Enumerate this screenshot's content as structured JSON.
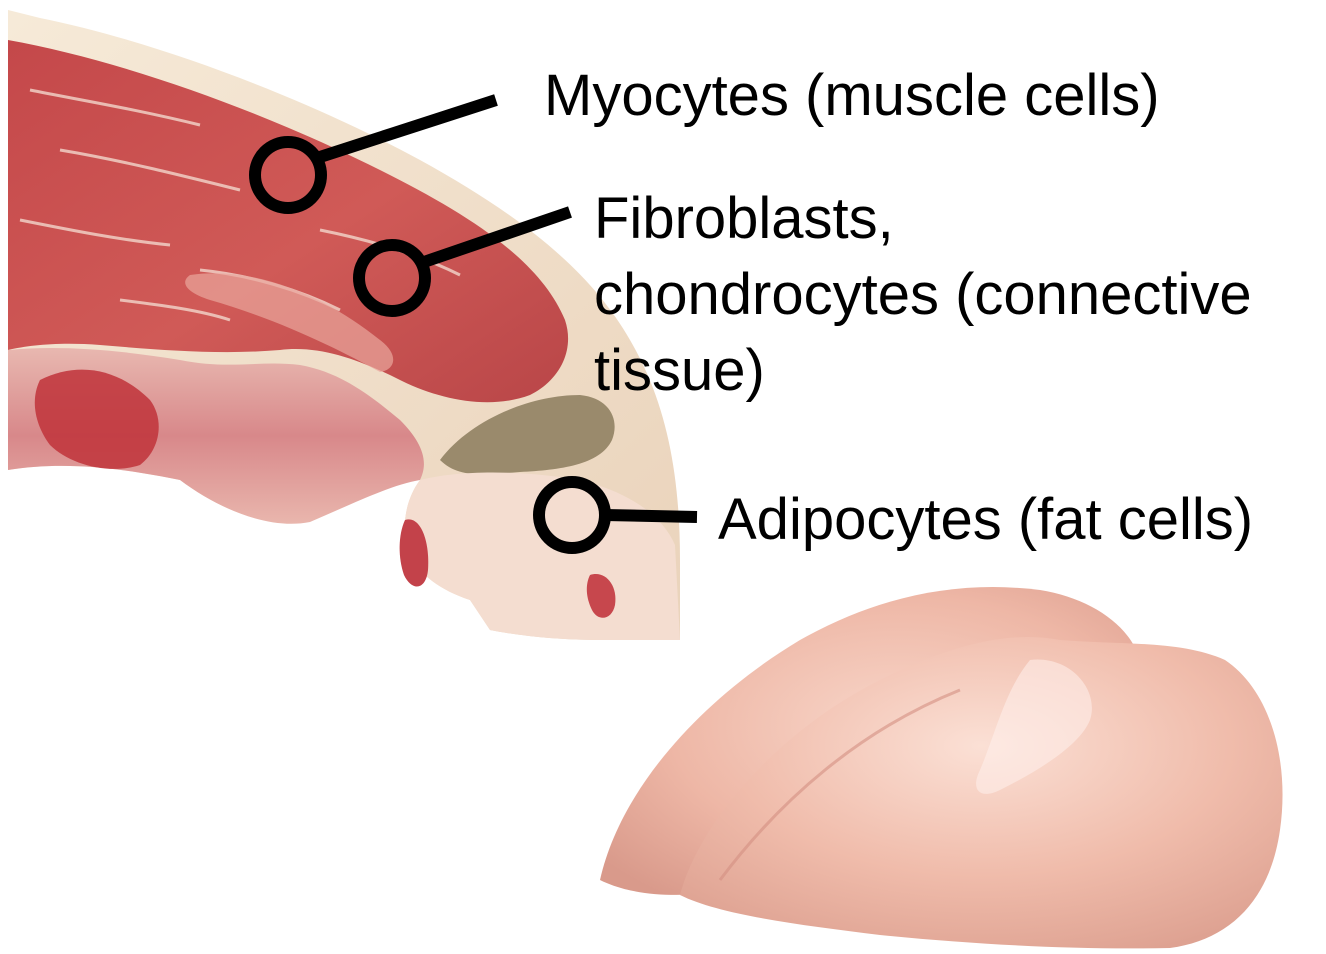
{
  "labels": {
    "myocytes": "Myocytes (muscle cells)",
    "fibroblasts": [
      "Fibroblasts,",
      "chondrocytes (connective",
      "tissue)"
    ],
    "adipocytes": "Adipocytes (fat cells)"
  },
  "colors": {
    "steak_red": "#c9504f",
    "steak_fat": "#f2e3cf",
    "bone_marrow": "#9a8a6c",
    "chicken_pink": "#f1c0b0",
    "callout": "#000000"
  }
}
